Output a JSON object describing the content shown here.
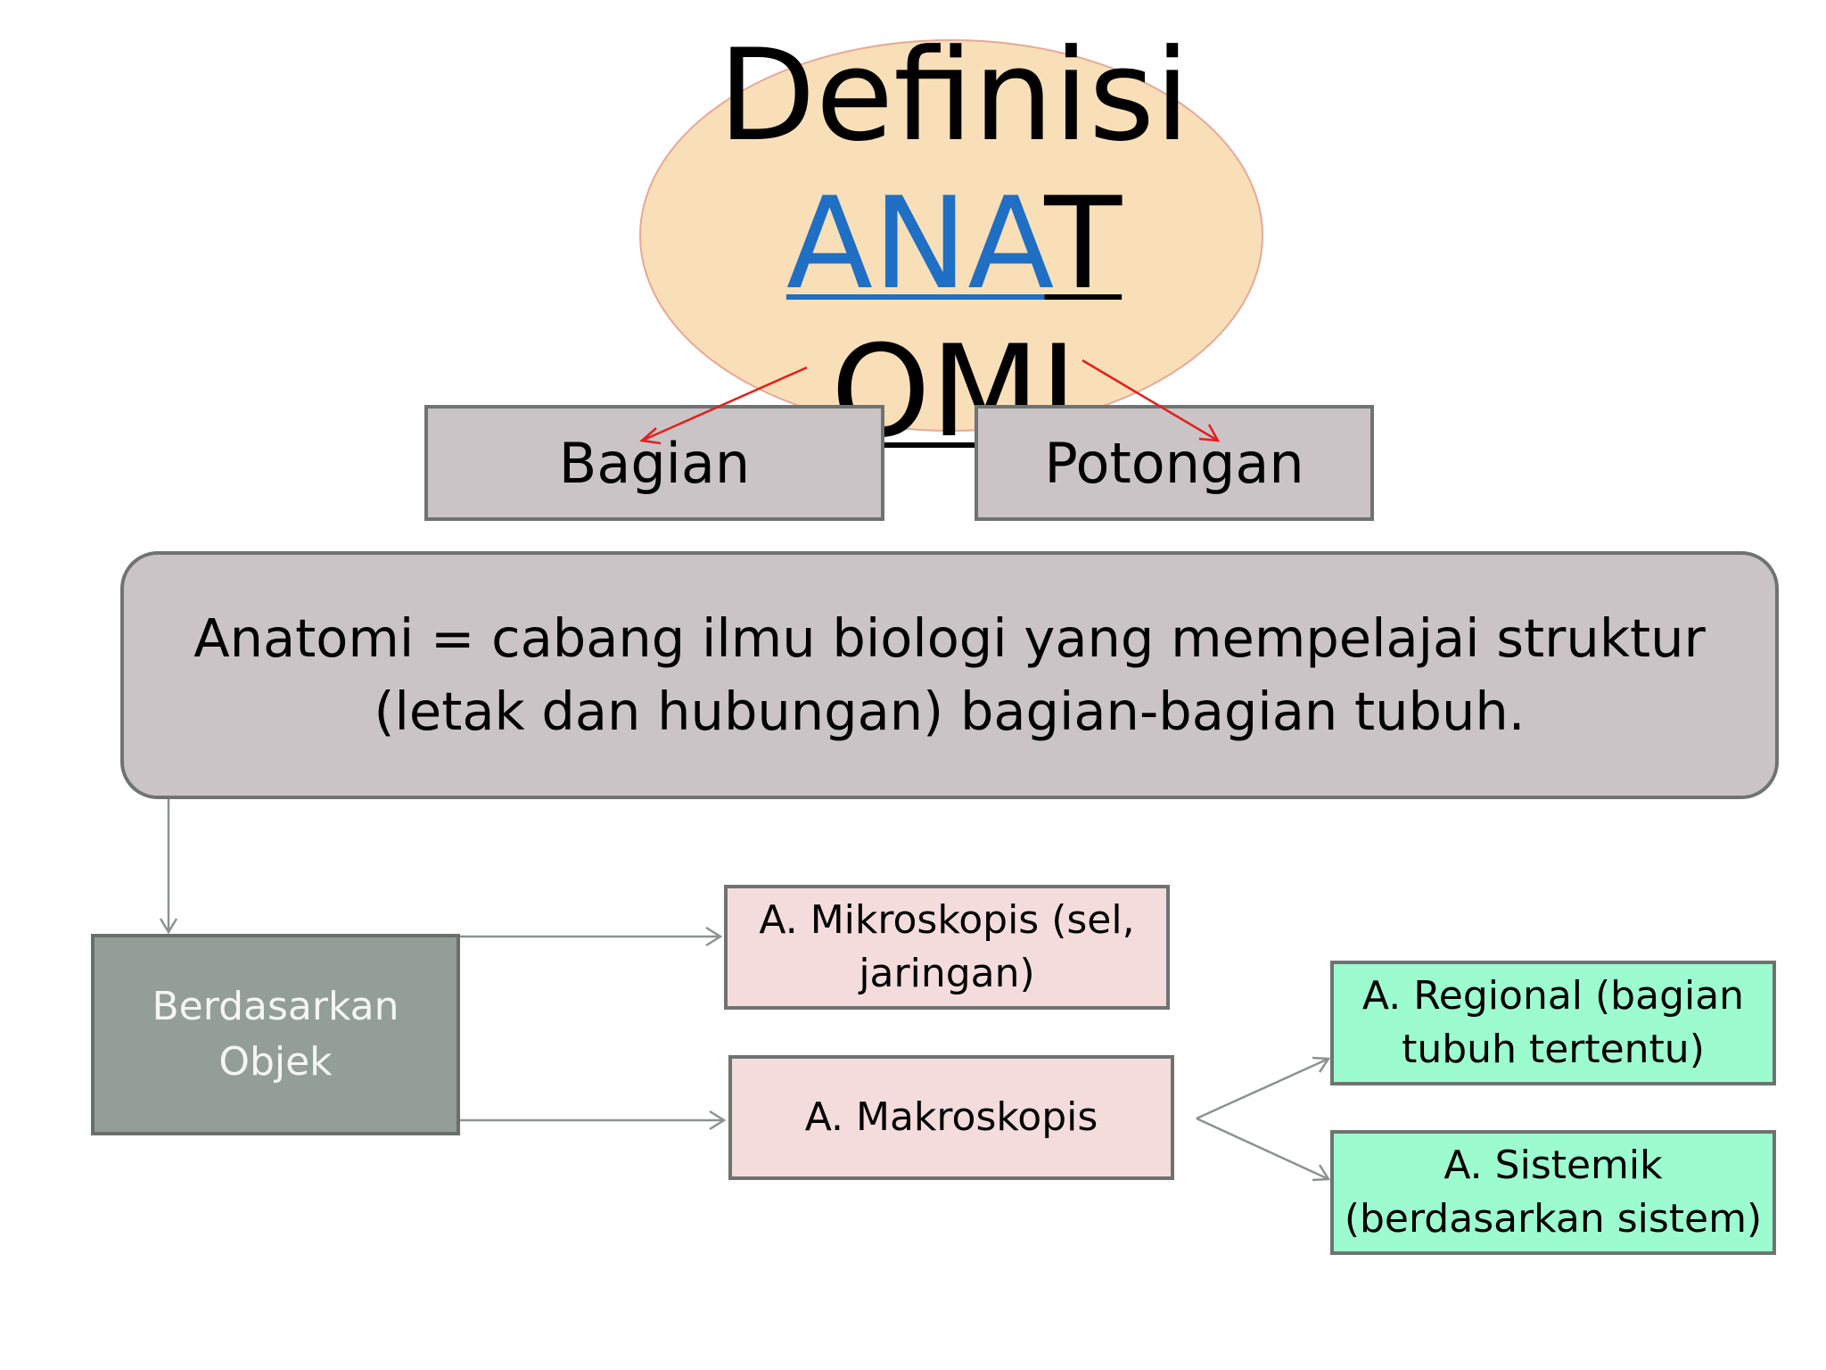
{
  "title": {
    "line1": "Definisi",
    "line2_link": "ANA",
    "line2_rest": "T",
    "line3": "OMI"
  },
  "parts": {
    "left": "Bagian",
    "right": "Potongan"
  },
  "definition": {
    "line1": "Anatomi = cabang ilmu biologi yang mempelajai struktur",
    "line2": "(letak dan hubungan) bagian-bagian tubuh."
  },
  "object_box": {
    "line1": "Berdasarkan",
    "line2": "Objek"
  },
  "micro": {
    "line1": "A. Mikroskopis (sel,",
    "line2": "jaringan)"
  },
  "macro": {
    "label": "A. Makroskopis"
  },
  "regional": {
    "line1": "A. Regional (bagian",
    "line2": "tubuh tertentu)"
  },
  "systemic": {
    "line1": "A. Sistemik",
    "line2": "(berdasarkan sistem)"
  },
  "colors": {
    "title_link": "#1f6fc4",
    "ellipse_fill": "#f8dfb8",
    "box_grey": "#cac4c6",
    "object_fill": "#929e97",
    "pink_fill": "#f4dcdc",
    "green_fill": "#9dfccf",
    "red_arrow": "#e41e1e",
    "grey_arrow": "#8b9290"
  }
}
